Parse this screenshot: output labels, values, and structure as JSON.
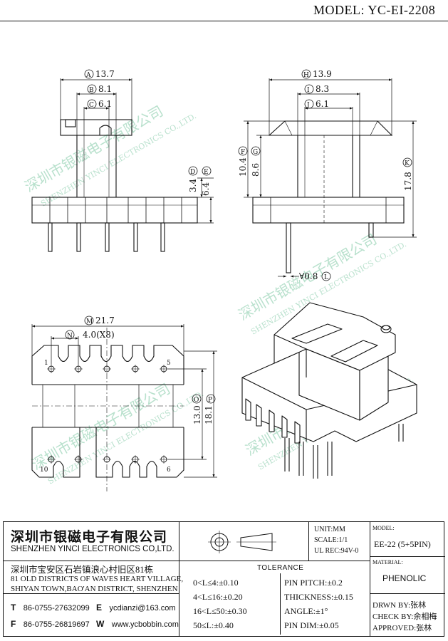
{
  "header": {
    "model_label": "MODEL: YC-EI-2208"
  },
  "dims": {
    "A": "13.7",
    "B": "8.1",
    "C": "6.1",
    "D": "3.4",
    "E": "6.4",
    "F": "10.4",
    "G": "8.6",
    "H": "13.9",
    "I": "8.3",
    "J": "6.1",
    "K": "17.8",
    "L": "∀0.8",
    "M": "21.7",
    "N": "4.0(X8)",
    "O": "13.0",
    "P": "18.1"
  },
  "dim_letters": [
    "A",
    "B",
    "C",
    "D",
    "E",
    "F",
    "G",
    "H",
    "I",
    "J",
    "K",
    "L",
    "M",
    "N",
    "O",
    "P"
  ],
  "pin_labels": {
    "p1": "1",
    "p5": "5",
    "p10": "10",
    "p6": "6"
  },
  "watermark": {
    "cn": "深圳市银磁电子有限公司",
    "en": "SHENZHEN YINCI ELECTRONICS CO.,LTD."
  },
  "company": {
    "name_cn": "深圳市银磁电子有限公司",
    "name_en": "SHENZHEN YINCI ELECTRONICS CO,LTD.",
    "address_cn": "深圳市宝安区石岩镇浪心村旧区81栋",
    "address_en_1": "81 OLD DISTRICTS OF WAVES HEART VILLAGE,",
    "address_en_2": "SHIYAN TOWN,BAO'AN DISTRICT, SHENZHEN"
  },
  "contact": {
    "tel_key": "T",
    "tel": "86-0755-27632099",
    "email_key": "E",
    "email": "ycdianzi@163.com",
    "fax_key": "F",
    "fax": "86-0755-26819697",
    "web_key": "W",
    "web": "www.ycbobbin.com"
  },
  "specs": {
    "unit": "UNIT:MM",
    "scale": "SCALE:1/1",
    "ul": "UL REC:94V-0"
  },
  "tolerance": {
    "title": "TOLERANCE",
    "rows": [
      "0<L≤4:±0.10",
      "4<L≤16:±0.20",
      "16<L≤50:±0.30",
      "50≤L:±0.40"
    ],
    "pin_rows": [
      "PIN PITCH:±0.2",
      "THICKNESS:±0.15",
      "ANGLE:±1°",
      "PIN DIM:±0.05"
    ]
  },
  "model_box": {
    "label": "MODEL:",
    "value": "EE-22 (5+5PIN)"
  },
  "material_box": {
    "label": "MATERIAL:",
    "value": "PHENOLIC"
  },
  "approvals": {
    "drawn": "DRWN BY:张林",
    "check": "CHECK BY:余相梅",
    "approved": "APPROVED:张林"
  }
}
